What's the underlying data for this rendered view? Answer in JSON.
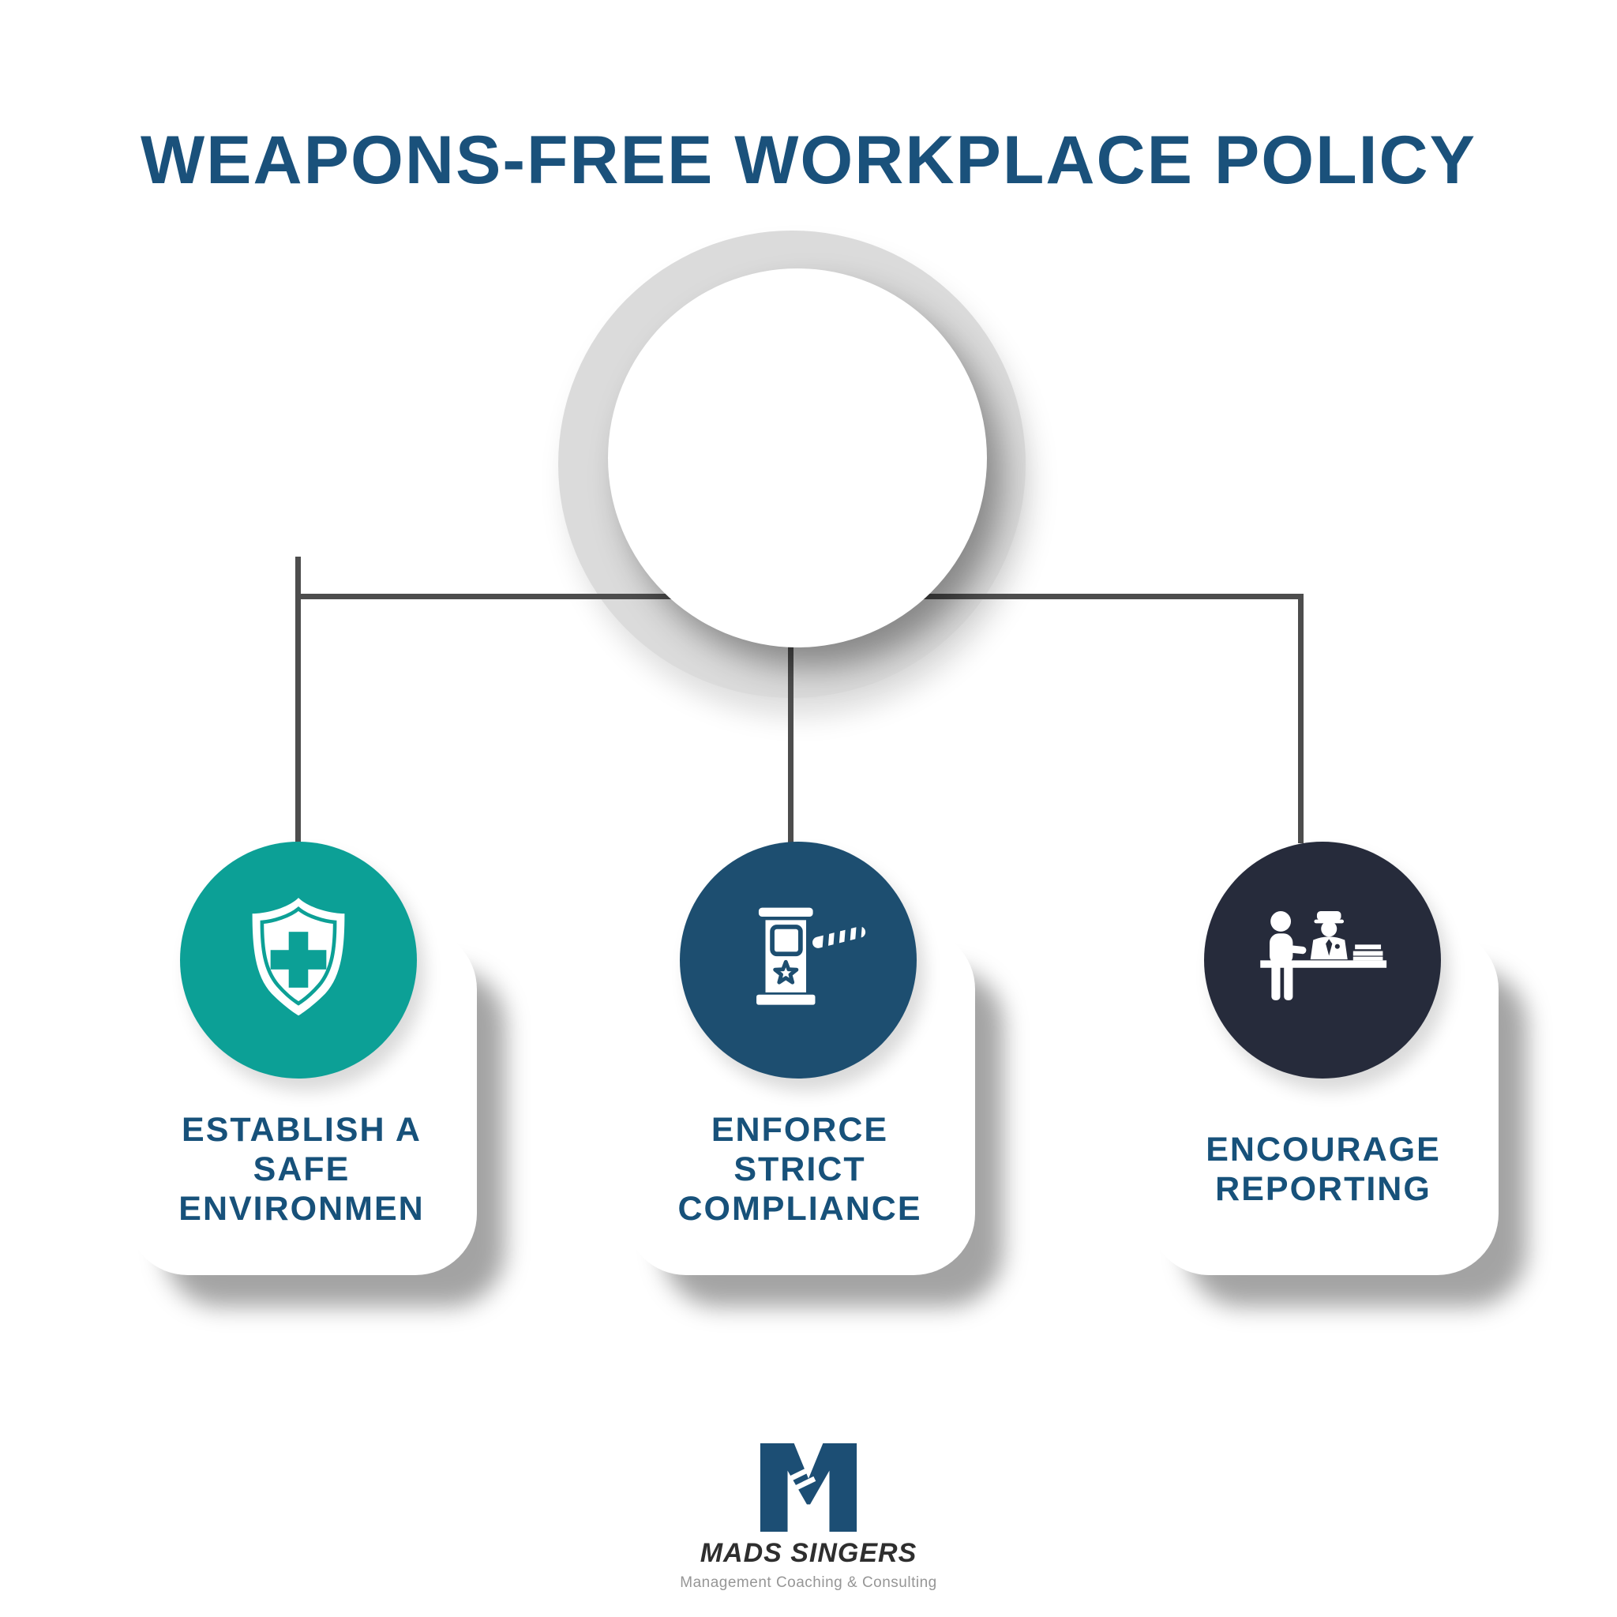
{
  "title": {
    "text": "WEAPONS-FREE WORKPLACE POLICY",
    "color": "#1A517B"
  },
  "hub": {
    "ring_color": "#DBDBDB",
    "circle_color": "#FFFFFF"
  },
  "connectors": {
    "color": "#4D4D4D"
  },
  "caption_color": "#17517A",
  "branches": [
    {
      "id": "establish-safe-environment",
      "icon": "shield-cross-icon",
      "circle_color": "#0CA096",
      "lines": [
        "ESTABLISH A",
        "SAFE",
        "ENVIRONMEN"
      ]
    },
    {
      "id": "enforce-strict-compliance",
      "icon": "security-gate-icon",
      "circle_color": "#1D4E70",
      "lines": [
        "ENFORCE",
        "STRICT",
        "COMPLIANCE"
      ]
    },
    {
      "id": "encourage-reporting",
      "icon": "report-desk-icon",
      "circle_color": "#262B3B",
      "lines": [
        "ENCOURAGE",
        "REPORTING"
      ]
    }
  ],
  "footer": {
    "brand": "MADS SINGERS",
    "tagline": "Management Coaching & Consulting",
    "logo_color": "#1C4E74",
    "brand_color": "#2E2E2E",
    "tagline_color": "#969696"
  }
}
